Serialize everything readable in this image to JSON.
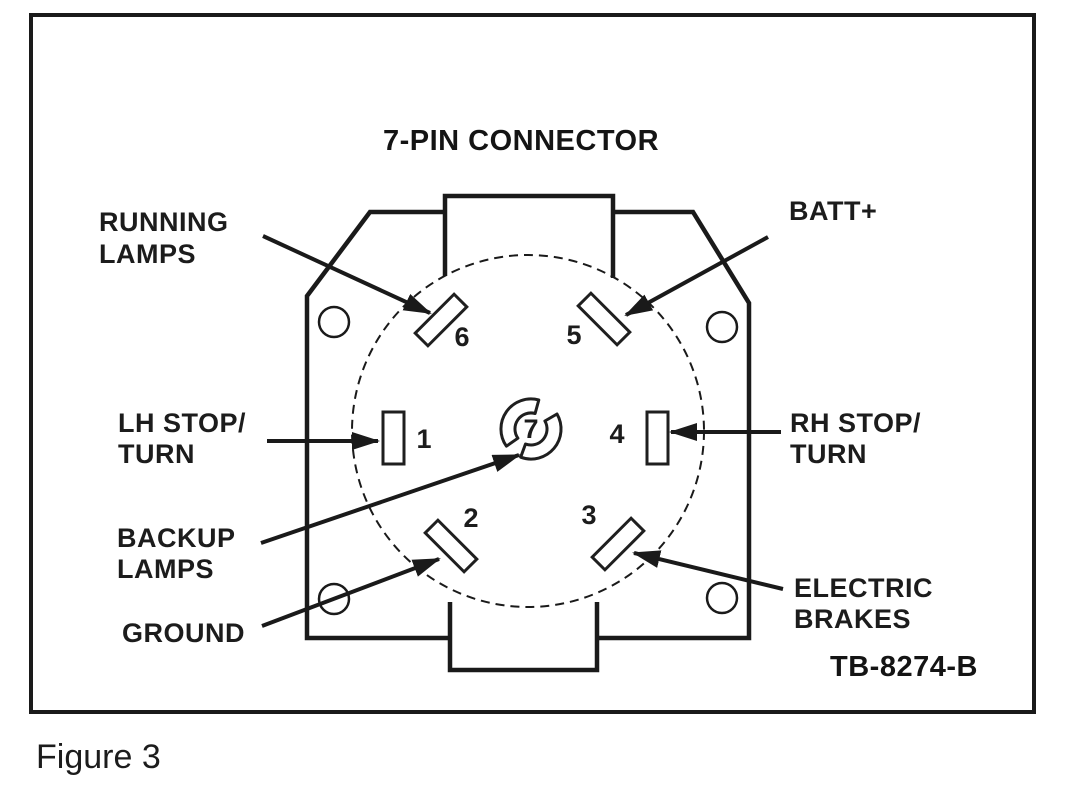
{
  "figure": {
    "title": "7-PIN CONNECTOR",
    "caption": "Figure 3",
    "reference_code": "TB-8274-B"
  },
  "connector": {
    "pins": [
      {
        "number": "1",
        "function": "LH STOP/TURN"
      },
      {
        "number": "2",
        "function": "GROUND"
      },
      {
        "number": "3",
        "function": "ELECTRIC BRAKES"
      },
      {
        "number": "4",
        "function": "RH STOP/TURN"
      },
      {
        "number": "5",
        "function": "BATT+"
      },
      {
        "number": "6",
        "function": "RUNNING LAMPS"
      },
      {
        "number": "7",
        "function": "BACKUP LAMPS"
      }
    ],
    "labels": {
      "running_lamps": [
        "RUNNING",
        "LAMPS"
      ],
      "batt": [
        "BATT+"
      ],
      "lh_stop_turn": [
        "LH STOP/",
        "TURN"
      ],
      "rh_stop_turn": [
        "RH STOP/",
        "TURN"
      ],
      "backup_lamps": [
        "BACKUP",
        "LAMPS"
      ],
      "ground": [
        "GROUND"
      ],
      "electric_brakes": [
        "ELECTRIC",
        "BRAKES"
      ]
    }
  },
  "colors": {
    "line": "#1a1a1a",
    "background": "#ffffff"
  }
}
